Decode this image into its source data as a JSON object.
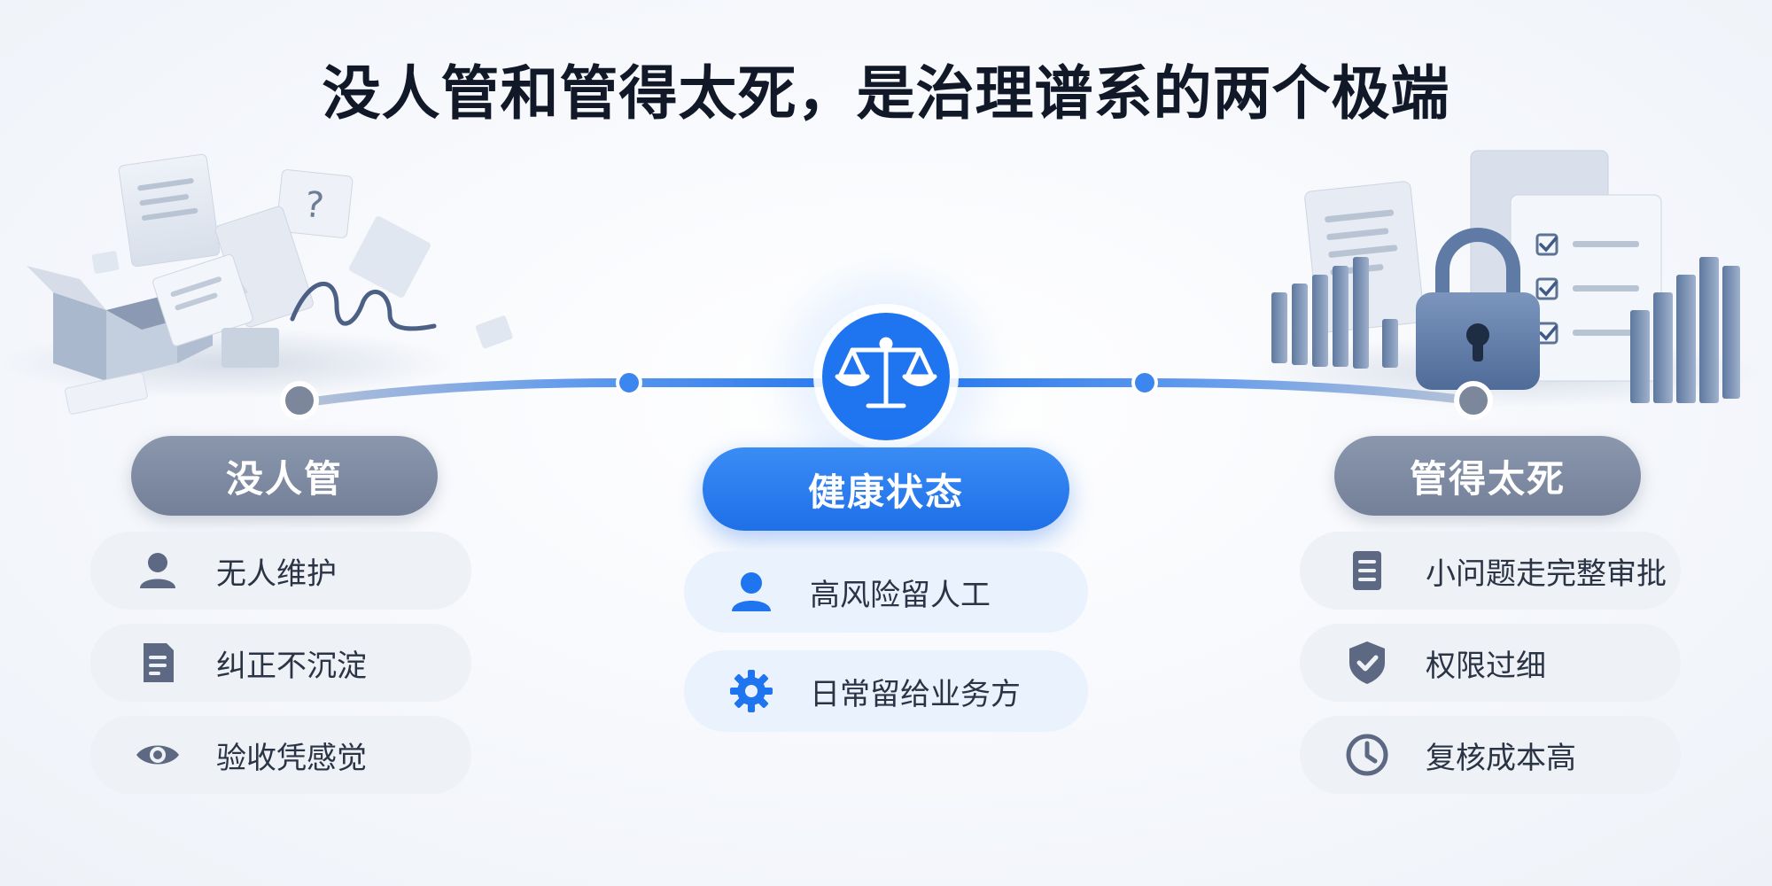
{
  "title": "没人管和管得太死，是治理谱系的两个极端",
  "colors": {
    "gray_pill": "#7d8aa2",
    "blue_pill": "#1f6fe8",
    "accent_blue": "#1f74f0",
    "item_bg": "#eef1f6",
    "text": "#2b3445"
  },
  "columns": {
    "left": {
      "label": "没人管",
      "items": [
        {
          "icon": "person-icon",
          "text": "无人维护"
        },
        {
          "icon": "document-icon",
          "text": "纠正不沉淀"
        },
        {
          "icon": "eye-icon",
          "text": "验收凭感觉"
        }
      ]
    },
    "center": {
      "label": "健康状态",
      "items": [
        {
          "icon": "person-icon",
          "text": "高风险留人工"
        },
        {
          "icon": "gear-icon",
          "text": "日常留给业务方"
        }
      ]
    },
    "right": {
      "label": "管得太死",
      "items": [
        {
          "icon": "checklist-icon",
          "text": "小问题走完整审批"
        },
        {
          "icon": "shield-icon",
          "text": "权限过细"
        },
        {
          "icon": "clock-icon",
          "text": "复核成本高"
        }
      ]
    }
  },
  "decor": {
    "question_mark": "?"
  }
}
